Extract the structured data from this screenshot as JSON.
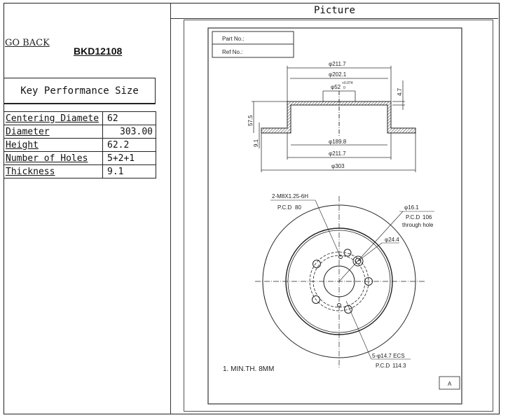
{
  "left": {
    "go_back": "GO BACK",
    "part_number": "BKD12108",
    "section_title": "Key Performance Size",
    "specs": [
      {
        "label": "Centering Diamete",
        "value": "62"
      },
      {
        "label": "Diameter",
        "value": "303.00"
      },
      {
        "label": "Height",
        "value": "62.2"
      },
      {
        "label": "Number of Holes",
        "value": "5+2+1"
      },
      {
        "label": "Thickness",
        "value": "9.1"
      }
    ]
  },
  "picture": {
    "header": "Picture",
    "drawing": {
      "part_no_label": "Part No.:",
      "ref_no_label": "Ref No.:",
      "dims": {
        "d211_top": "φ211.7",
        "d202": "φ202.1",
        "d52": "φ52",
        "d52_tol": "+0.074",
        "d52_tol2": "0",
        "h47": "4.7",
        "h575": "57.5",
        "t91": "9.1",
        "d189": "φ189.8",
        "d211_bot": "φ211.7",
        "d303": "φ303"
      },
      "notes": {
        "thread": "2-M8X1.25-6H",
        "pcd80": "P.C.D",
        "pcd80_val": "80",
        "hole161": "φ16.1",
        "pcd106": "P.C.D",
        "pcd106_val": "106",
        "through": "through hole",
        "d244": "φ24.4",
        "holes5": "5-φ14.7 ECS",
        "pcd1143": "P.C.D",
        "pcd1143_val": "114.3",
        "min_th": "1. MIN.TH. 8MM",
        "sheet": "A"
      }
    }
  }
}
